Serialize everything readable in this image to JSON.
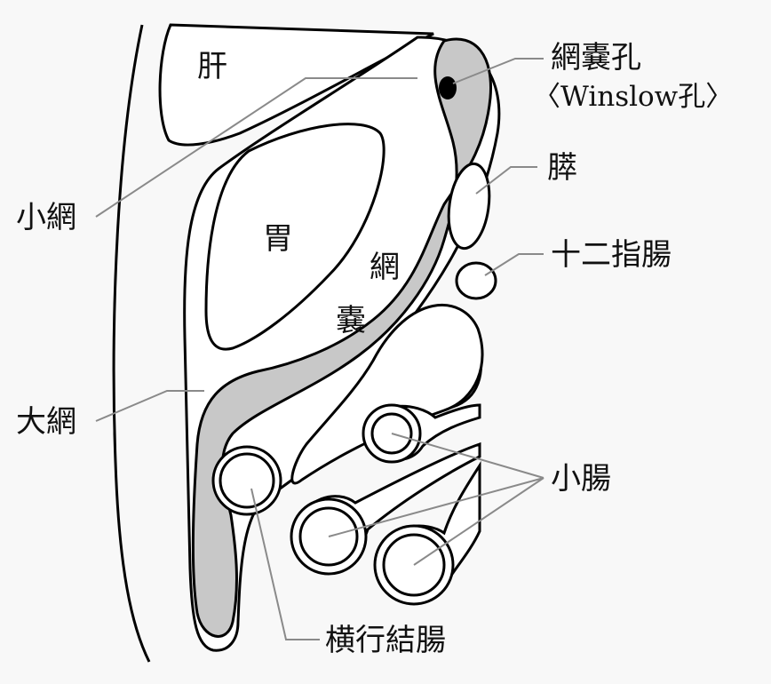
{
  "labels": {
    "liver": "肝",
    "stomach": "胃",
    "omental_bursa_1": "網",
    "omental_bursa_2": "嚢",
    "epiploic_foramen": "網嚢孔",
    "epiploic_foramen_alt": "〈Winslow孔〉",
    "pancreas": "膵",
    "duodenum": "十二指腸",
    "lesser_omentum": "小網",
    "greater_omentum": "大網",
    "small_intestine": "小腸",
    "transverse_colon": "横行結腸"
  },
  "colors": {
    "background": "#f8f8f8",
    "bursa_fill": "#c8c8c8",
    "leader_line": "#8a8a8a"
  }
}
